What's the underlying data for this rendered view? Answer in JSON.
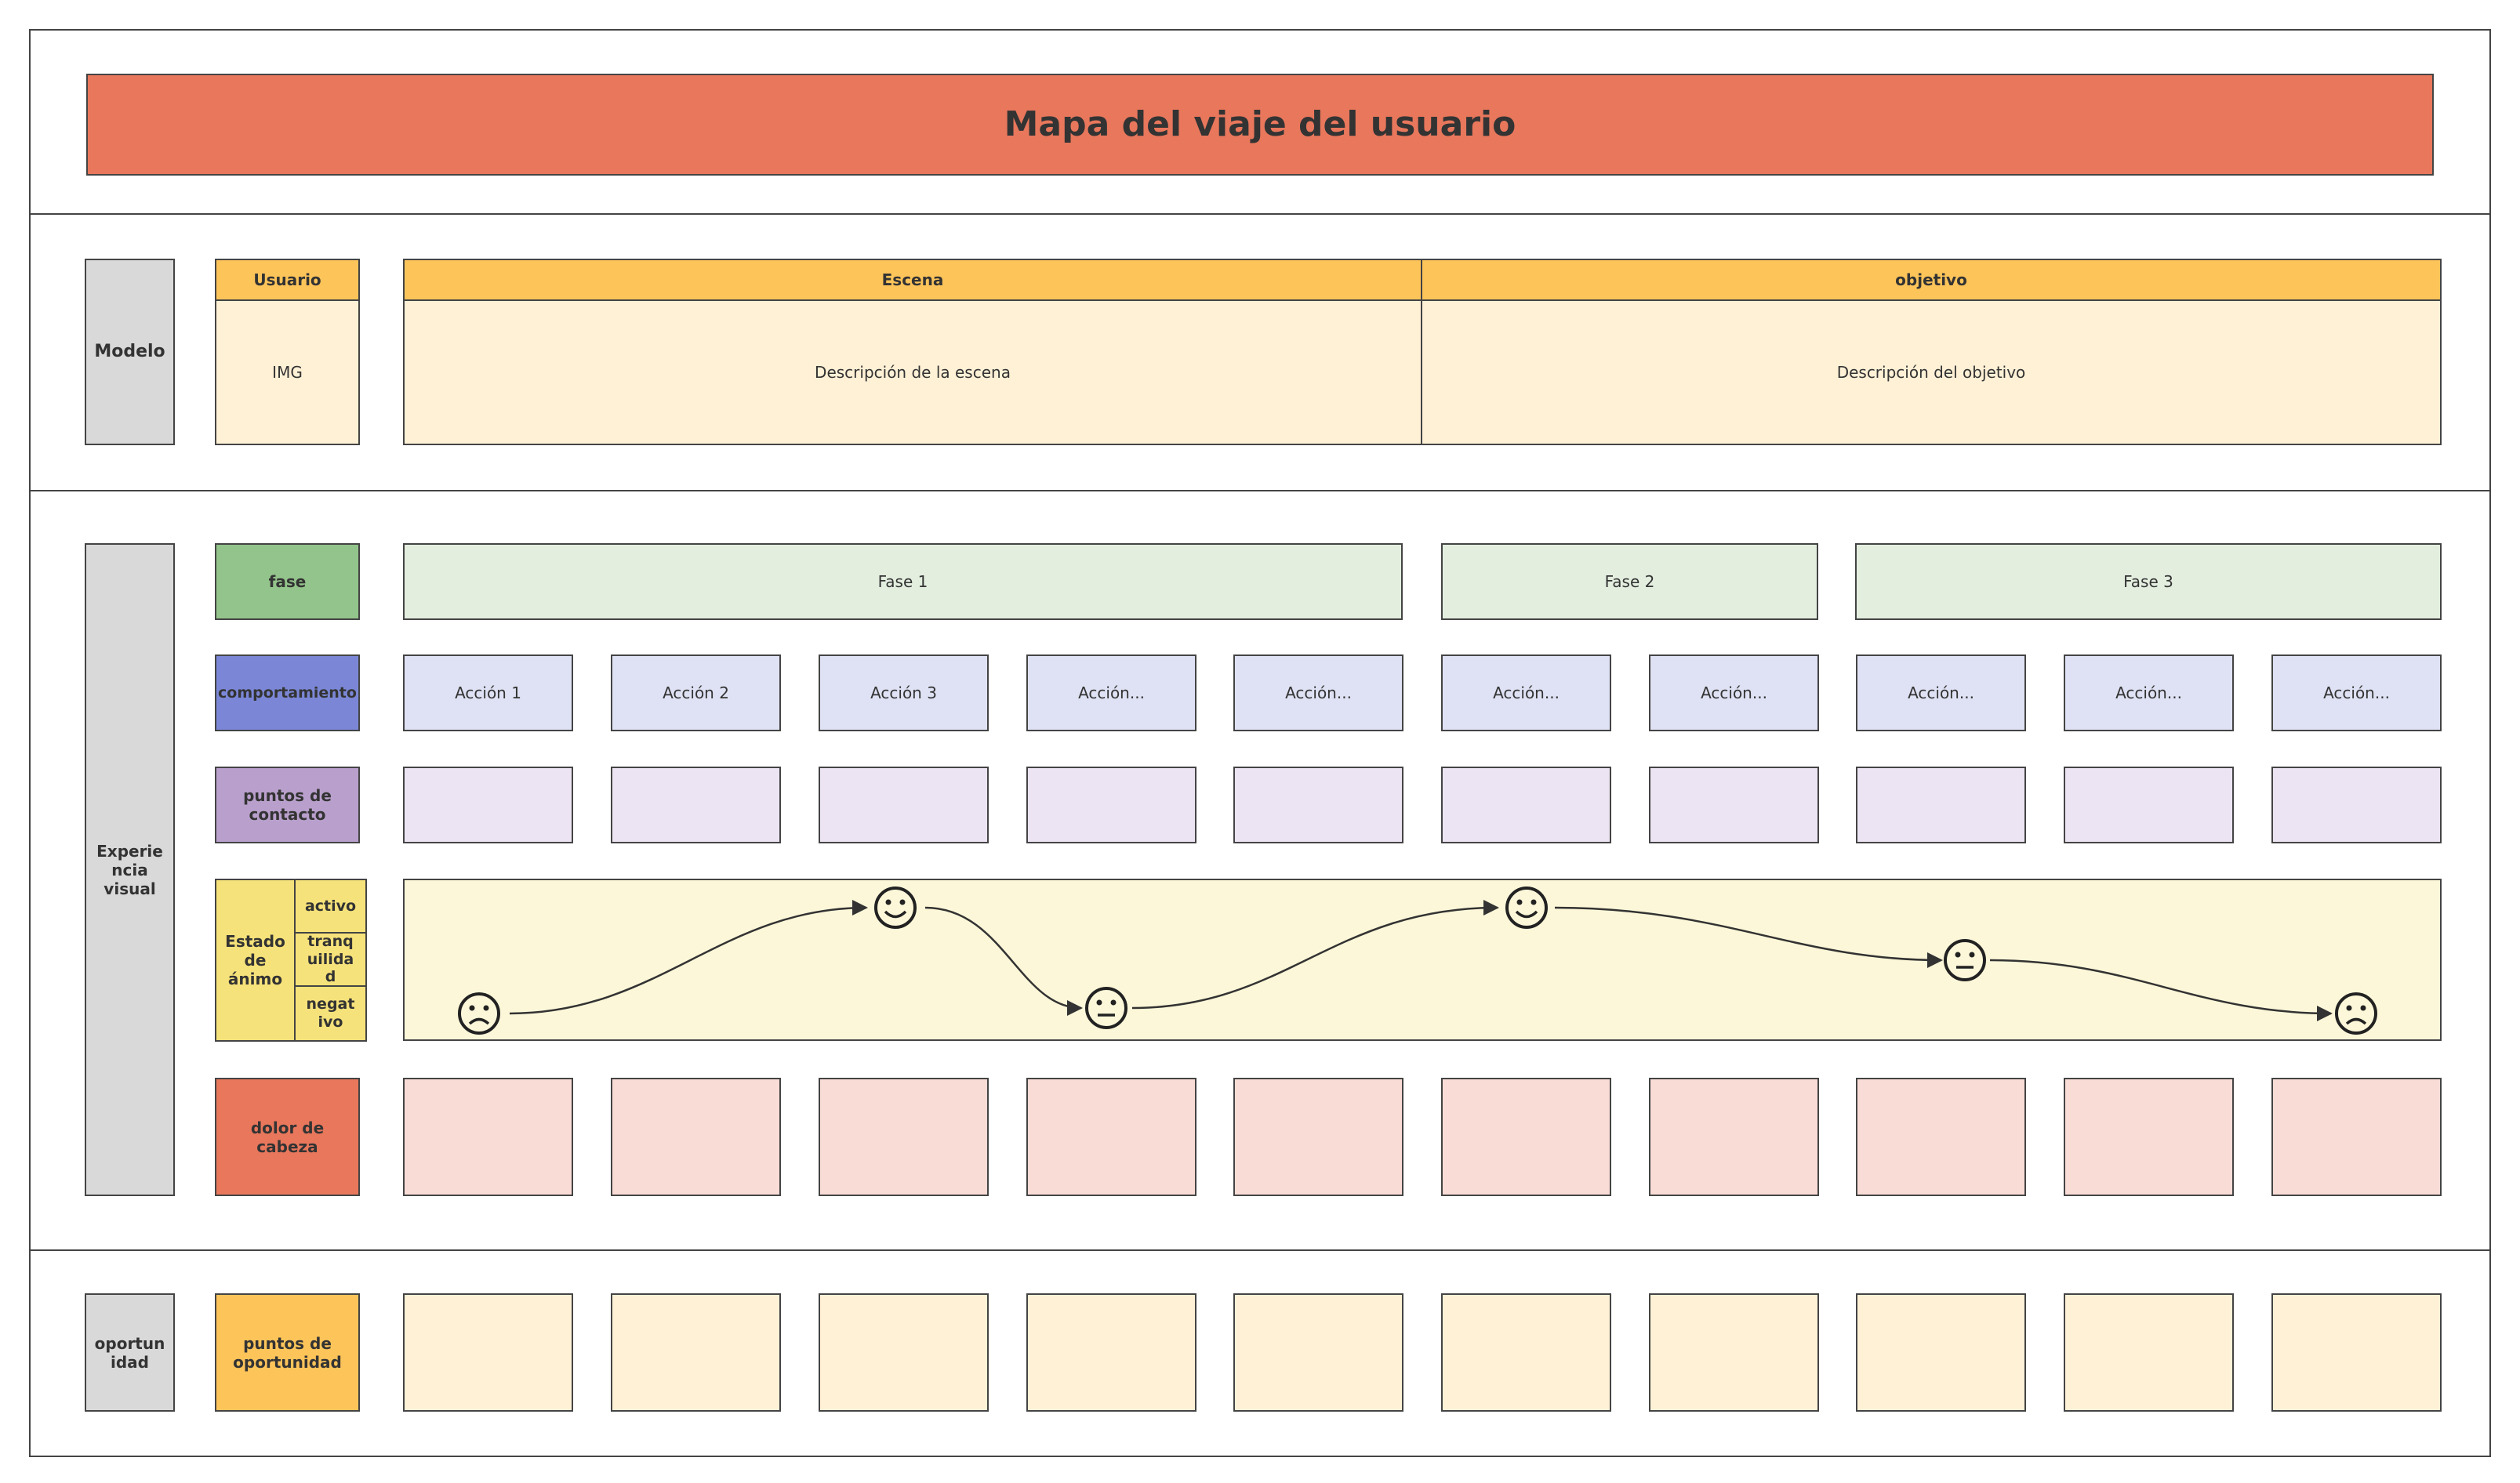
{
  "title": "Mapa del viaje del usuario",
  "colors": {
    "title_bg": "#e8775c",
    "header_orange": "#fdc45a",
    "cream": "#fff1d6",
    "phase_header": "#93c48b",
    "phase_cell": "#e3eedf",
    "behavior_header": "#7b87d6",
    "behavior_cell": "#dfe2f4",
    "touch_header": "#b9a0cc",
    "touch_cell": "#ece4f2",
    "mood_header": "#f6e27a",
    "mood_area": "#fdf7d9",
    "pain_header": "#e8775c",
    "pain_cell": "#f9dcd6",
    "side_label": "#d9d9d9"
  },
  "model": {
    "section_label": "Modelo",
    "user_header": "Usuario",
    "user_value": "IMG",
    "scene_header": "Escena",
    "scene_value": "Descripción de la escena",
    "goal_header": "objetivo",
    "goal_value": "Descripción del objetivo"
  },
  "experience": {
    "section_label": "Experie\nncia\nvisual",
    "phase_label": "fase",
    "phases": [
      "Fase 1",
      "Fase 2",
      "Fase 3"
    ],
    "behavior_label": "comportamiento",
    "actions": [
      "Acción 1",
      "Acción 2",
      "Acción 3",
      "Acción...",
      "Acción...",
      "Acción...",
      "Acción...",
      "Acción...",
      "Acción...",
      "Acción..."
    ],
    "touch_label": "puntos de\ncontacto",
    "mood_label": "Estado\nde\nánimo",
    "mood_levels": [
      "activo",
      "tranq\nuilida\nd",
      "negat\nivo"
    ],
    "mood_points": [
      {
        "face": "sad-face-icon",
        "level": "negativo"
      },
      {
        "face": "happy-face-icon",
        "level": "activo"
      },
      {
        "face": "neutral-face-icon",
        "level": "negativo"
      },
      {
        "face": "happy-face-icon",
        "level": "activo"
      },
      {
        "face": "neutral-face-icon",
        "level": "tranquilidad"
      },
      {
        "face": "sad-face-icon",
        "level": "negativo"
      }
    ],
    "pain_label": "dolor de\ncabeza"
  },
  "opportunity": {
    "section_label": "oportun\nidad",
    "points_label": "puntos de\noportunidad"
  }
}
